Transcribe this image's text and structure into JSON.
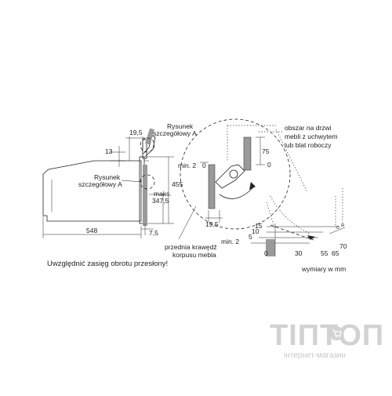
{
  "left_drawing": {
    "dims": {
      "d13": "13",
      "d19_5": "19,5",
      "d455": "455",
      "maks": "maks.",
      "d347_5": "347,5",
      "d7_5": "7,5",
      "d548": "548"
    },
    "callout_top": [
      "Rysunek",
      "szczegółowy A"
    ],
    "callout_left": [
      "Rysunek",
      "szczegółowy A"
    ]
  },
  "detail_drawing": {
    "min2": "min. 2",
    "d0": "0",
    "d75": "75",
    "d0b": "0",
    "d19_5": "19,5",
    "area_label": [
      "obszar na drzwi",
      "mebli z uchwytem",
      "lub blat roboczy"
    ],
    "front_label": [
      "przednia krawędź",
      "korpusu mebla"
    ]
  },
  "scale": {
    "row_labels": [
      "15",
      "10",
      "5",
      "min. 2"
    ],
    "axis_labels": [
      "0",
      "30",
      "55",
      "65",
      "70"
    ]
  },
  "note": "Uwzględnić zasięg obrotu przesłony!",
  "units": "wymiary w mm",
  "watermark": {
    "brand": "ТІПТОП",
    "tagline": "інтернет-магазин",
    "cart_icon": "cart-icon"
  }
}
